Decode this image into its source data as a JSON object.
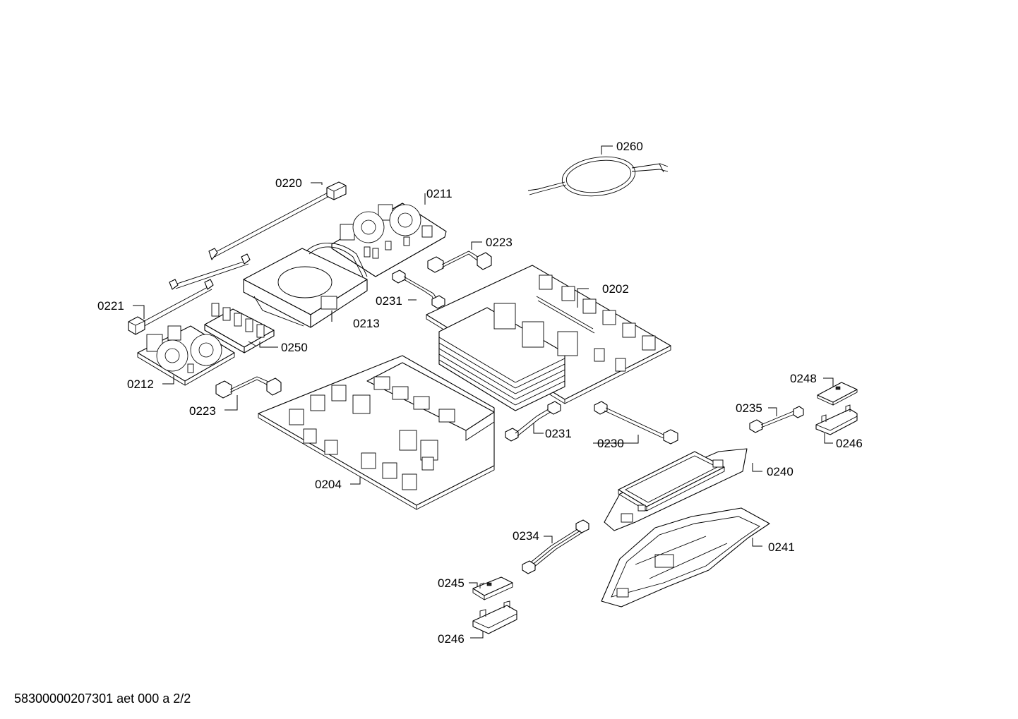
{
  "diagram": {
    "labels": {
      "p0260": "0260",
      "p0220": "0220",
      "p0211": "0211",
      "p0223a": "0223",
      "p0202": "0202",
      "p0231a": "0231",
      "p0213": "0213",
      "p0221": "0221",
      "p0250": "0250",
      "p0212": "0212",
      "p0223b": "0223",
      "p0248": "0248",
      "p0235": "0235",
      "p0246a": "0246",
      "p0231b": "0231",
      "p0230": "0230",
      "p0240": "0240",
      "p0204": "0204",
      "p0234": "0234",
      "p0241": "0241",
      "p0245": "0245",
      "p0246b": "0246"
    }
  },
  "footer": {
    "text": "58300000207301 aet 000 a 2/2"
  }
}
